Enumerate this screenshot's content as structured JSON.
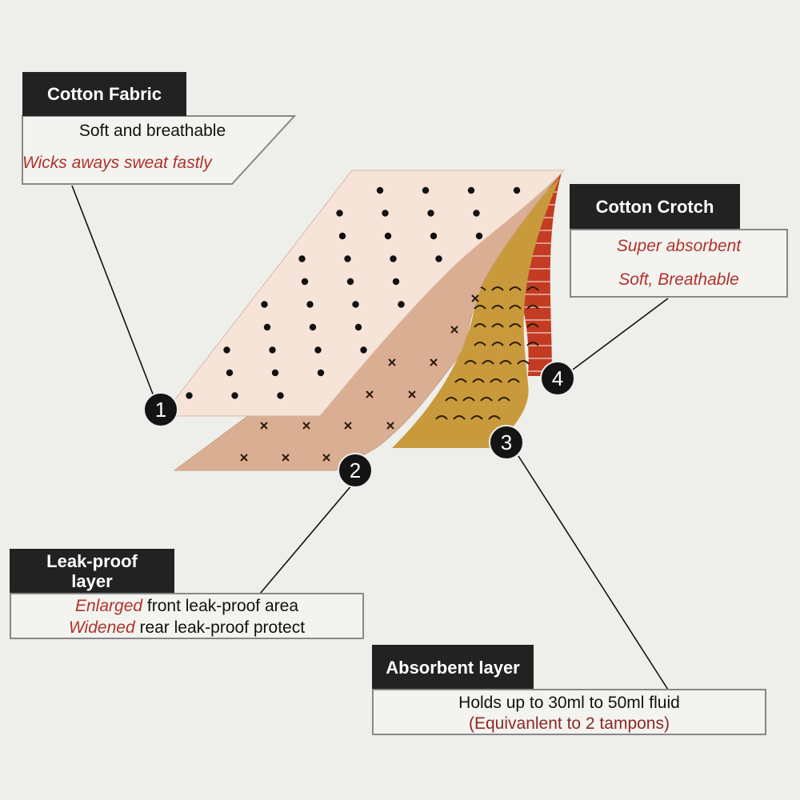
{
  "callouts": {
    "cotton_fabric": {
      "title": "Cotton Fabric",
      "line1": "Soft and breathable",
      "line2": "Wicks aways sweat fastly"
    },
    "cotton_crotch": {
      "title": "Cotton Crotch",
      "line1": "Super absorbent",
      "line2": "Soft, Breathable"
    },
    "leak_proof": {
      "title_1": "Leak-proof",
      "title_2": "layer",
      "line1_em": "Enlarged",
      "line1_rest": " front leak-proof area",
      "line2_em": "Widened",
      "line2_rest": " rear leak-proof protect"
    },
    "absorbent": {
      "title": "Absorbent layer",
      "line1": "Holds up to 30ml to 50ml fluid",
      "line2": "(Equivanlent to 2 tampons)"
    }
  },
  "markers": [
    "1",
    "2",
    "3",
    "4"
  ],
  "colors": {
    "layer1": "#f7e4d8",
    "layer2": "#d9ae92",
    "layer3": "#c99a3c",
    "layer4": "#c23b22",
    "header": "#222222",
    "accent_red": "#b0322a"
  }
}
